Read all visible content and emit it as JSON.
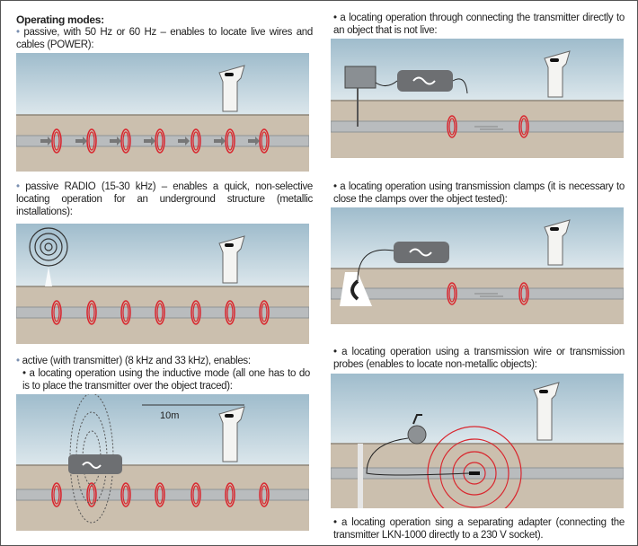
{
  "heading": "Operating modes:",
  "left": {
    "item1": "passive, with 50 Hz or 60 Hz – enables to locate live wires and cables (POWER):",
    "item2": "passive RADIO (15-30 kHz) – enables a quick, non-selective locating operation for an underground structure (metallic installations):",
    "item3": "active (with transmitter) (8 kHz and 33 kHz), enables:",
    "item3a": "a locating operation using the inductive mode (all one has to do is to place the transmitter over the object traced):",
    "distance_label": "10m"
  },
  "right": {
    "item1": "a locating operation through connecting the transmitter directly to an object that is not live:",
    "item2": "a locating operation using transmission clamps (it is necessary to close the clamps over the object tested):",
    "item3": "a locating operation using a transmission wire or transmission probes (enables to locate non-metallic objects):",
    "item4": "a locating operation sing a separating adapter (connecting the transmitter LKN-1000 directly to a 230 V socket)."
  },
  "colors": {
    "sky_top": "#9fbccc",
    "sky_bottom": "#dce7ec",
    "ground": "#cbbfae",
    "pipe": "#b9bcbe",
    "ring": "#d9262e"
  }
}
